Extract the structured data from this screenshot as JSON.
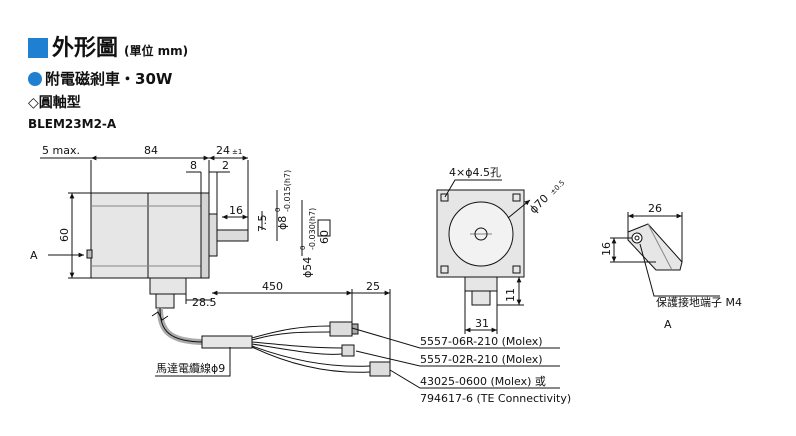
{
  "header": {
    "title": "外形圖",
    "unit": "(單位 mm)",
    "accent_color": "#1f7fd1"
  },
  "subtitle": "附電磁剎車・30W",
  "shaft_type": "◇圓軸型",
  "model": "BLEM23M2-A",
  "dims": {
    "d5max": "5 max.",
    "d84": "84",
    "d24": "24",
    "d24tol": "±1",
    "d8": "8",
    "d2": "2",
    "dphi8": "ϕ8",
    "dphi8tol_a": "0",
    "dphi8tol_b": "-0.015(h7)",
    "d16": "16",
    "d7_5": "7.5",
    "dphi54": "ϕ54",
    "dphi54tol_a": "0",
    "dphi54tol_b": "-0.030(h7)",
    "dsq60": "60",
    "d60": "60",
    "d28_5": "28.5",
    "d450": "450",
    "d25": "25",
    "holes": "4×ϕ4.5孔",
    "pcd": "ϕ70",
    "pcdtol": "±0.5",
    "d11": "11",
    "d31": "31",
    "dr26": "26",
    "dr16": "16"
  },
  "labels": {
    "arrowA": "A",
    "connector1": "5557-06R-210 (Molex)",
    "connector2": "5557-02R-210 (Molex)",
    "connector3a": "43025-0600 (Molex) 或",
    "connector3b": "794617-6 (TE Connectivity)",
    "cable": "馬達電纜線ϕ9",
    "terminal": "保護接地端子 M4",
    "viewA": "A"
  }
}
